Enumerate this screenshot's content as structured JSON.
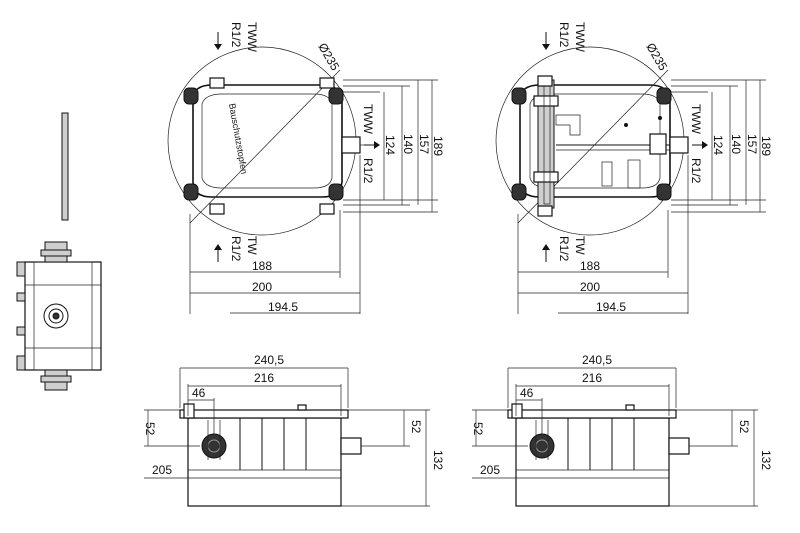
{
  "labels": {
    "tww": "TWW",
    "tw": "TW",
    "r12": "R1/2",
    "diam": "Ø235",
    "cap": "Bauschutzstopfen"
  },
  "dims": {
    "d189": "189",
    "d157": "157",
    "d140": "140",
    "d124": "124",
    "d188": "188",
    "d200": "200",
    "d1945": "194.5",
    "d2405": "240,5",
    "d216": "216",
    "d46": "46",
    "d52": "52",
    "d205": "205",
    "d132": "132"
  }
}
